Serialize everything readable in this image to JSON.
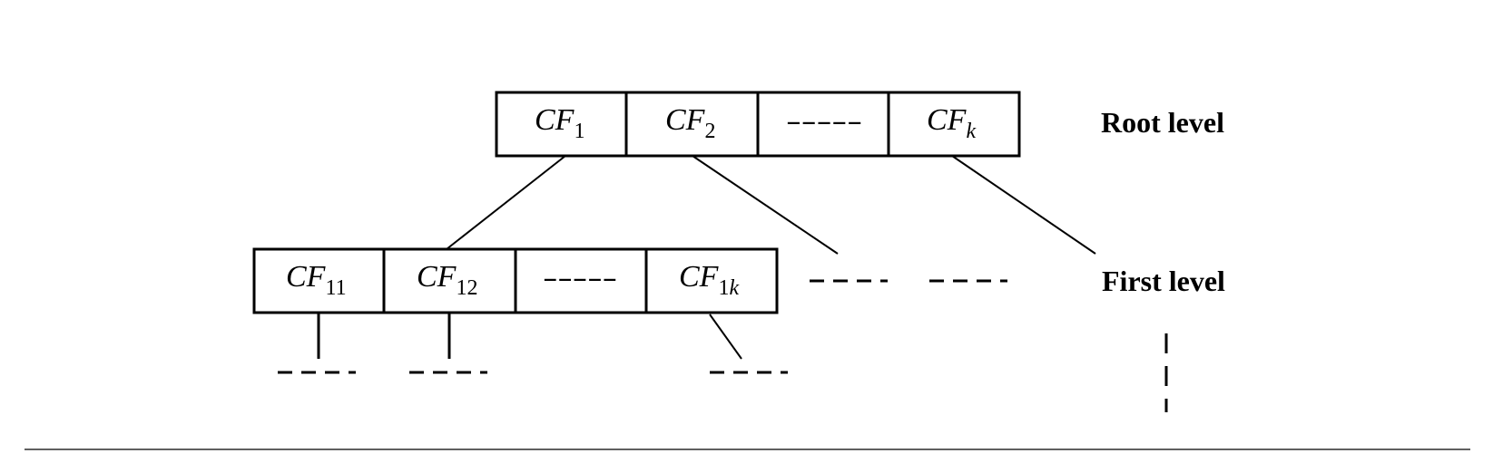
{
  "root": {
    "label": "Root level",
    "cells": [
      {
        "kind": "cf",
        "base": "CF",
        "sub": "1",
        "sub_italic": false
      },
      {
        "kind": "cf",
        "base": "CF",
        "sub": "2",
        "sub_italic": false
      },
      {
        "kind": "ellipsis",
        "text": "-----"
      },
      {
        "kind": "cf",
        "base": "CF",
        "sub": "k",
        "sub_italic": true
      }
    ]
  },
  "first": {
    "label": "First level",
    "cells": [
      {
        "kind": "cf",
        "base": "CF",
        "sub": "11",
        "sub_italic": false
      },
      {
        "kind": "cf",
        "base": "CF",
        "sub": "12",
        "sub_italic": false
      },
      {
        "kind": "ellipsis",
        "text": "-----"
      },
      {
        "kind": "cf",
        "base": "CF",
        "sub": "1",
        "sub_extra": "k",
        "sub_italic": false
      }
    ]
  }
}
